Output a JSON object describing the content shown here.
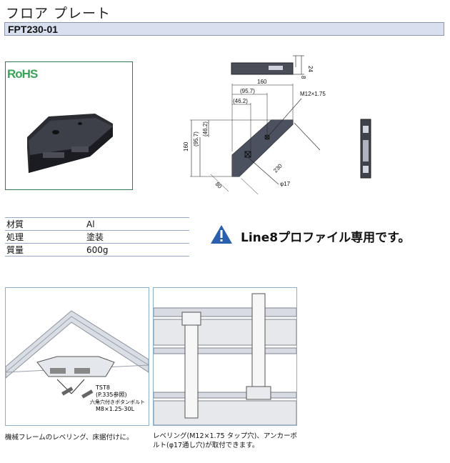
{
  "title": "フロア プレート",
  "product_code": "FPT230-01",
  "rohs_label": "RoHS",
  "specs": [
    {
      "key": "材質",
      "value": "Al"
    },
    {
      "key": "処理",
      "value": "塗装"
    },
    {
      "key": "質量",
      "value": "600g"
    }
  ],
  "notice": "Line8プロファイル専用です。",
  "drawing": {
    "dim_160_top": "160",
    "dim_95_7_h": "(95.7)",
    "dim_46_2_h": "(46.2)",
    "thread": "M12×1.75",
    "dim_24": "24",
    "dim_8": "8",
    "dim_160_left": "160",
    "dim_95_7_v": "(95.7)",
    "dim_46_2_v": "(46.2)",
    "dim_230": "230",
    "dim_80": "80",
    "hole": "φ17"
  },
  "figure1": {
    "label_tst": "TST8",
    "label_ref": "(P.335参照)",
    "label_bolt": "六角穴付きボタンボルト",
    "label_bolt_size": "M8×1.25-30L",
    "caption": "機械フレームのレベリング、床据付けに。"
  },
  "figure2": {
    "caption": "レベリング(M12×1.75 タップ穴)、アンカーボルト(φ17通し穴)が取付できます。"
  }
}
